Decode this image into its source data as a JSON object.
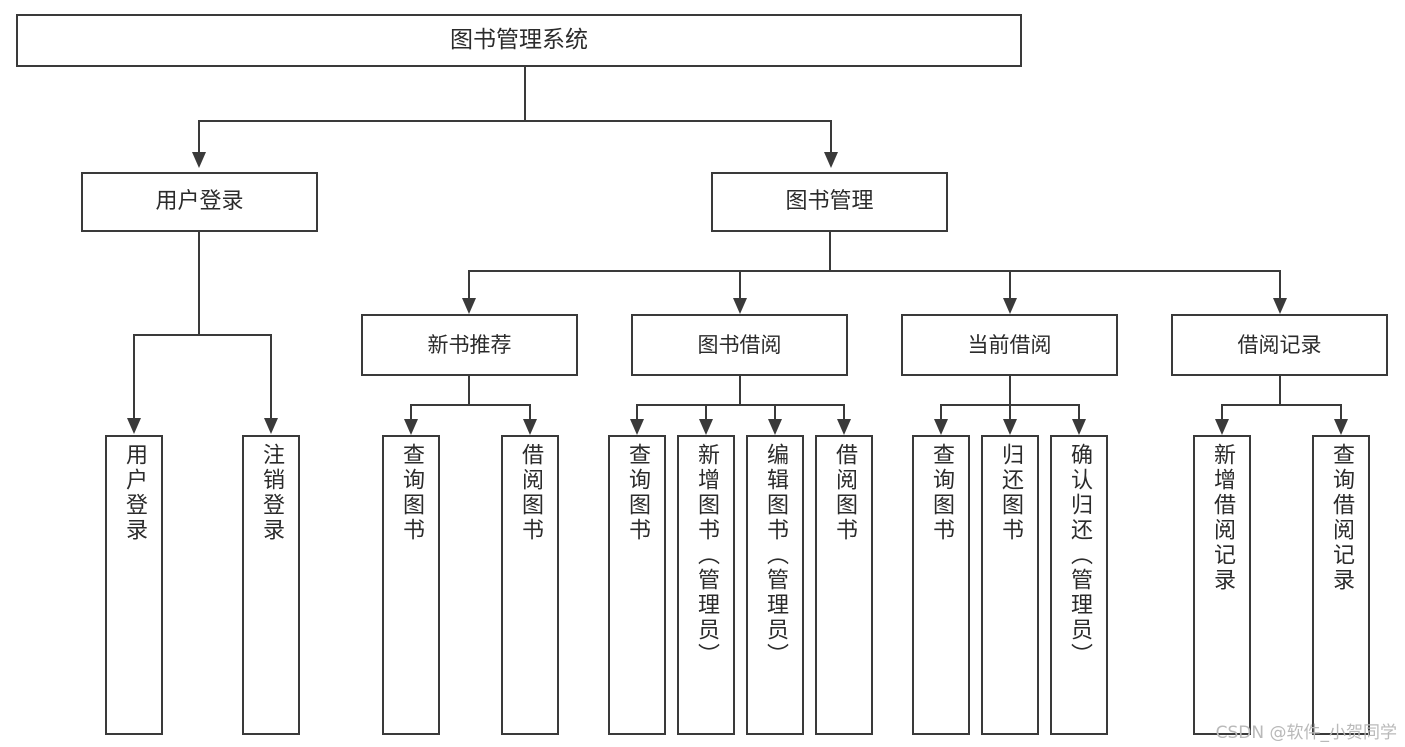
{
  "diagram": {
    "title": "图书管理系统",
    "type": "hierarchy-tree",
    "root": {
      "id": "root",
      "label": "图书管理系统"
    },
    "level2": [
      {
        "id": "user-login",
        "label": "用户登录"
      },
      {
        "id": "book-management",
        "label": "图书管理"
      }
    ],
    "level3": [
      {
        "id": "new-book-recommend",
        "label": "新书推荐"
      },
      {
        "id": "book-borrow",
        "label": "图书借阅"
      },
      {
        "id": "current-borrow",
        "label": "当前借阅"
      },
      {
        "id": "borrow-record",
        "label": "借阅记录"
      }
    ],
    "leaves": {
      "user_login": [
        {
          "id": "leaf-user-login",
          "label": "用户登录"
        },
        {
          "id": "leaf-logout-login",
          "label": "注销登录"
        }
      ],
      "new_book_recommend": [
        {
          "id": "leaf-query-book-1",
          "label": "查询图书"
        },
        {
          "id": "leaf-borrow-book-1",
          "label": "借阅图书"
        }
      ],
      "book_borrow": [
        {
          "id": "leaf-query-book-2",
          "label": "查询图书"
        },
        {
          "id": "leaf-add-book",
          "label": "新增图书（管理员）"
        },
        {
          "id": "leaf-edit-book",
          "label": "编辑图书（管理员）"
        },
        {
          "id": "leaf-borrow-book-2",
          "label": "借阅图书"
        }
      ],
      "current_borrow": [
        {
          "id": "leaf-query-book-3",
          "label": "查询图书"
        },
        {
          "id": "leaf-return-book",
          "label": "归还图书"
        },
        {
          "id": "leaf-confirm-return",
          "label": "确认归还（管理员）"
        }
      ],
      "borrow_record": [
        {
          "id": "leaf-add-record",
          "label": "新增借阅记录"
        },
        {
          "id": "leaf-query-record",
          "label": "查询借阅记录"
        }
      ]
    }
  },
  "watermark": {
    "text": "CSDN @软件_小贺同学"
  },
  "colors": {
    "stroke": "#3a3a3a",
    "text": "#2b2b2b",
    "background": "#ffffff",
    "watermark": "#b9b9b9"
  }
}
